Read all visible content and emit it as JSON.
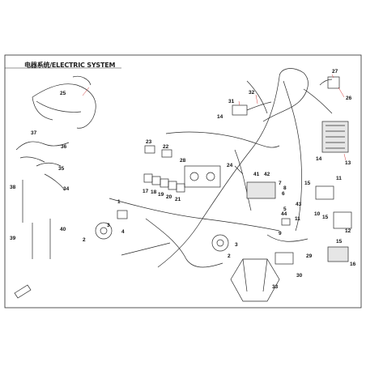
{
  "diagram": {
    "title": "电器系统/ELECTRIC SYSTEM",
    "callouts": [
      {
        "id": "c1",
        "label": "1"
      },
      {
        "id": "c2",
        "label": "2"
      },
      {
        "id": "c3",
        "label": "3"
      },
      {
        "id": "c3b",
        "label": "3"
      },
      {
        "id": "c4",
        "label": "4"
      },
      {
        "id": "c5",
        "label": "5"
      },
      {
        "id": "c6",
        "label": "6"
      },
      {
        "id": "c7",
        "label": "7"
      },
      {
        "id": "c8",
        "label": "8"
      },
      {
        "id": "c9",
        "label": "9"
      },
      {
        "id": "c10",
        "label": "10"
      },
      {
        "id": "c11",
        "label": "11"
      },
      {
        "id": "c11b",
        "label": "11"
      },
      {
        "id": "c12",
        "label": "12"
      },
      {
        "id": "c13",
        "label": "13"
      },
      {
        "id": "c14",
        "label": "14"
      },
      {
        "id": "c14b",
        "label": "14"
      },
      {
        "id": "c15",
        "label": "15"
      },
      {
        "id": "c15b",
        "label": "15"
      },
      {
        "id": "c15c",
        "label": "15"
      },
      {
        "id": "c16",
        "label": "16"
      },
      {
        "id": "c17",
        "label": "17"
      },
      {
        "id": "c18",
        "label": "18"
      },
      {
        "id": "c19",
        "label": "19"
      },
      {
        "id": "c20",
        "label": "20"
      },
      {
        "id": "c21",
        "label": "21"
      },
      {
        "id": "c22",
        "label": "22"
      },
      {
        "id": "c23",
        "label": "23"
      },
      {
        "id": "c24",
        "label": "24"
      },
      {
        "id": "c25",
        "label": "25"
      },
      {
        "id": "c26",
        "label": "26"
      },
      {
        "id": "c27",
        "label": "27"
      },
      {
        "id": "c28",
        "label": "28"
      },
      {
        "id": "c29",
        "label": "29"
      },
      {
        "id": "c30",
        "label": "30"
      },
      {
        "id": "c31",
        "label": "31"
      },
      {
        "id": "c32",
        "label": "32"
      },
      {
        "id": "c33",
        "label": "33"
      },
      {
        "id": "c34",
        "label": "34"
      },
      {
        "id": "c35",
        "label": "35"
      },
      {
        "id": "c36",
        "label": "36"
      },
      {
        "id": "c37",
        "label": "37"
      },
      {
        "id": "c38",
        "label": "38"
      },
      {
        "id": "c39",
        "label": "39"
      },
      {
        "id": "c40",
        "label": "40"
      },
      {
        "id": "c41",
        "label": "41"
      },
      {
        "id": "c42",
        "label": "42"
      },
      {
        "id": "c43",
        "label": "43"
      },
      {
        "id": "c44",
        "label": "44"
      },
      {
        "id": "c2b",
        "label": "2"
      }
    ]
  },
  "colors": {
    "line": "#2a2a2a",
    "accent": "#d23a3a",
    "fill": "#e6e6e6"
  }
}
